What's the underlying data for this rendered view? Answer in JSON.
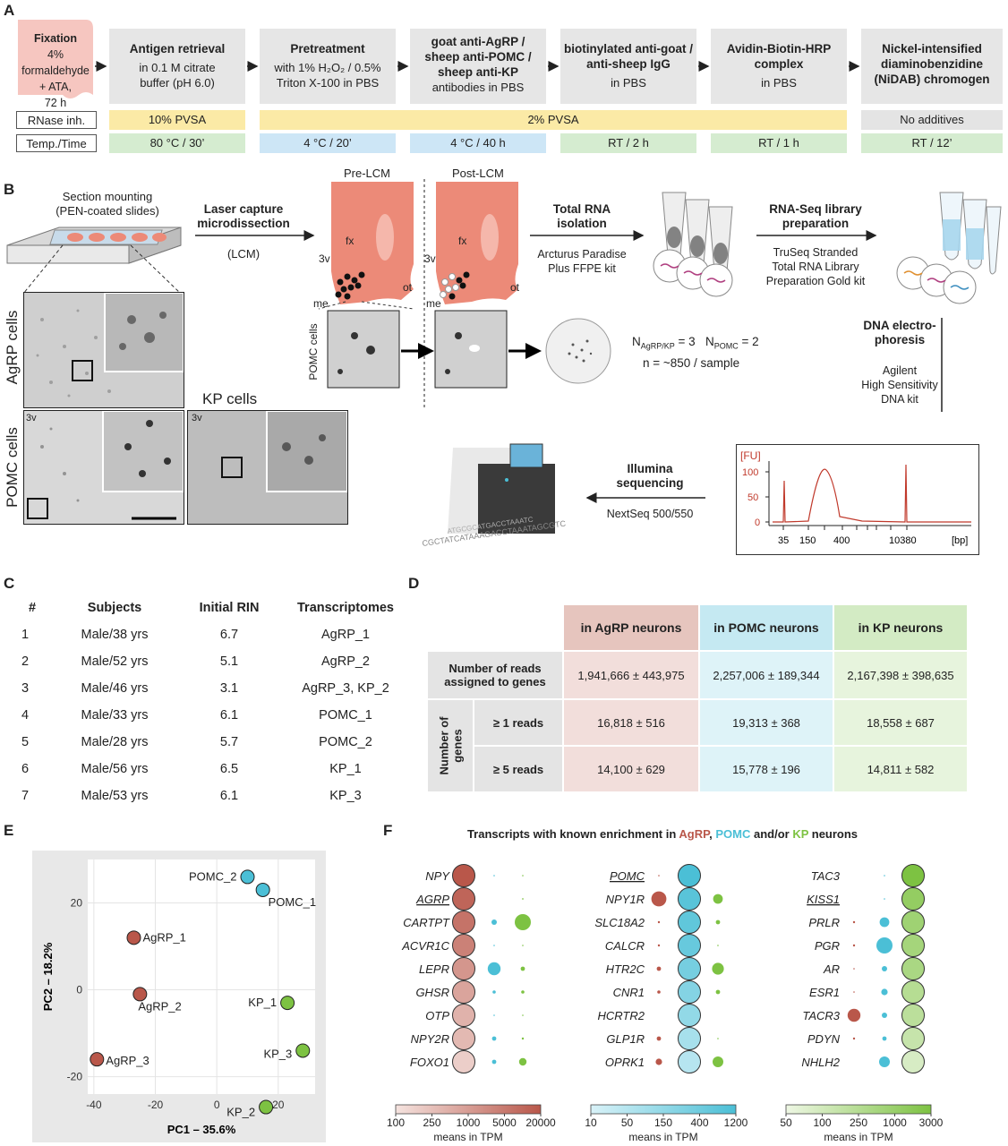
{
  "panel_labels": {
    "a": "A",
    "b": "B",
    "c": "C",
    "d": "D",
    "e": "E",
    "f": "F"
  },
  "panelA": {
    "fixation": {
      "title": "Fixation",
      "line1": "4% formaldehyde",
      "line2": "+ ATA,",
      "line3": "72 h"
    },
    "steps": [
      {
        "title": "Antigen retrieval",
        "l1": "in 0.1 M citrate",
        "l2": "buffer (pH 6.0)"
      },
      {
        "title": "Pretreatment",
        "l1": "with 1% H₂O₂ / 0.5%",
        "l2": "Triton X-100 in PBS"
      },
      {
        "title": "goat anti-AgRP /",
        "title2": "sheep anti-POMC /",
        "title3": "sheep anti-KP",
        "l1": "antibodies in PBS"
      },
      {
        "title": "biotinylated anti-goat /",
        "title2": "anti-sheep IgG",
        "l1": "in PBS"
      },
      {
        "title": "Avidin-Biotin-HRP",
        "title2": "complex",
        "l1": "in PBS"
      },
      {
        "title": "Nickel-intensified",
        "title2": "diaminobenzidine",
        "title3": "(NiDAB) chromogen"
      }
    ],
    "row_rnase": "RNase inh.",
    "row_temp": "Temp./Time",
    "rnase": [
      "10% PVSA",
      "2% PVSA",
      "No additives"
    ],
    "temps": [
      "80 °C / 30’",
      "4 °C / 20’",
      "4 °C / 40 h",
      "RT / 2 h",
      "RT / 1 h",
      "RT / 12’"
    ],
    "colors": {
      "fixation": "#f6c6c0",
      "step": "#e6e6e6",
      "yellow": "#fbeaa6",
      "green": "#d5ecd0",
      "blue": "#cde6f6"
    }
  },
  "panelB": {
    "mounting": "Section mounting",
    "mounting2": "(PEN-coated slides)",
    "lcm1": "Laser capture",
    "lcm2": "microdissection",
    "lcm3": "(LCM)",
    "pre": "Pre-LCM",
    "post": "Post-LCM",
    "fx": "fx",
    "v3": "3v",
    "ot": "ot",
    "me": "me",
    "agrp_cells": "AgRP cells",
    "pomc_cells": "POMC cells",
    "kp_cells": "KP cells",
    "pomc_cells_small": "POMC cells",
    "rna1": "Total RNA",
    "rna2": "isolation",
    "kit1": "Arcturus Paradise",
    "kit2": "Plus FFPE kit",
    "lib1": "RNA-Seq library",
    "lib2": "preparation",
    "libkit1": "TruSeq Stranded",
    "libkit2": "Total RNA Library",
    "libkit3": "Preparation Gold kit",
    "n_agrp_prefix": "N",
    "n_agrp_sub": "AgRP/KP",
    "n_agrp_val": "= 3",
    "n_pomc_prefix": "N",
    "n_pomc_sub": "POMC",
    "n_pomc_val": "= 2",
    "n_sample": "n = ~850 / sample",
    "dna1": "DNA electro-",
    "dna2": "phoresis",
    "dnakit1": "Agilent",
    "dnakit2": "High Sensitivity",
    "dnakit3": "DNA kit",
    "seq1": "Illumina",
    "seq2": "sequencing",
    "seqkit": "NextSeq 500/550",
    "seq_text1": "CGCTATCATAAAGACCTAAATAGCGTC",
    "seq_text2": "ATGCGCATGACCTAAATC",
    "bio": {
      "fu": "[FU]",
      "y100": "100",
      "y50": "50",
      "y0": "0",
      "x35": "35",
      "x150": "150",
      "x400": "400",
      "x10380": "10380",
      "bp": "[bp]"
    }
  },
  "panelC": {
    "headers": [
      "#",
      "Subjects",
      "Initial RIN",
      "Transcriptomes"
    ],
    "rows": [
      [
        "1",
        "Male/38 yrs",
        "6.7",
        "AgRP_1"
      ],
      [
        "2",
        "Male/52 yrs",
        "5.1",
        "AgRP_2"
      ],
      [
        "3",
        "Male/46 yrs",
        "3.1",
        "AgRP_3, KP_2"
      ],
      [
        "4",
        "Male/33 yrs",
        "6.1",
        "POMC_1"
      ],
      [
        "5",
        "Male/28 yrs",
        "5.7",
        "POMC_2"
      ],
      [
        "6",
        "Male/56 yrs",
        "6.5",
        "KP_1"
      ],
      [
        "7",
        "Male/53 yrs",
        "6.1",
        "KP_3"
      ]
    ]
  },
  "panelD": {
    "col_agrp": "in AgRP neurons",
    "col_pomc": "in POMC neurons",
    "col_kp": "in KP  neurons",
    "reads_label1": "Number of reads",
    "reads_label2": "assigned to genes",
    "genes_label1": "Number of",
    "genes_label2": "genes",
    "r1": "≥ 1 reads",
    "r5": "≥ 5 reads",
    "reads": [
      "1,941,666 ± 443,975",
      "2,257,006 ± 189,344",
      "2,167,398 ± 398,635"
    ],
    "ge1": [
      "16,818 ± 516",
      "19,313 ± 368",
      "18,558 ± 687"
    ],
    "ge5": [
      "14,100 ± 629",
      "15,778 ± 196",
      "14,811 ± 582"
    ],
    "colors": {
      "agrp_head": "#e6c5be",
      "agrp_cell": "#f2dedb",
      "pomc_head": "#c5e9f2",
      "pomc_cell": "#def3f8",
      "kp_head": "#d3ebc4",
      "kp_cell": "#e7f4dd",
      "grey": "#e4e4e4"
    }
  },
  "chart_data": {
    "type": "scatter",
    "xlabel": "PC1 – 35.6%",
    "ylabel": "PC2 – 18.2%",
    "xlim": [
      -42,
      32
    ],
    "ylim": [
      -24,
      30
    ],
    "xticks": [
      -40,
      -20,
      0,
      20
    ],
    "yticks": [
      -20,
      0,
      20
    ],
    "grid": true,
    "points": [
      {
        "label": "AgRP_1",
        "x": -27,
        "y": 12,
        "group": "AgRP"
      },
      {
        "label": "AgRP_2",
        "x": -25,
        "y": -1,
        "group": "AgRP"
      },
      {
        "label": "AgRP_3",
        "x": -39,
        "y": -16,
        "group": "AgRP"
      },
      {
        "label": "POMC_2",
        "x": 10,
        "y": 26,
        "group": "POMC"
      },
      {
        "label": "POMC_1",
        "x": 15,
        "y": 23,
        "group": "POMC"
      },
      {
        "label": "KP_1",
        "x": 23,
        "y": -3,
        "group": "KP"
      },
      {
        "label": "KP_3",
        "x": 28,
        "y": -14,
        "group": "KP"
      },
      {
        "label": "KP_2",
        "x": 16,
        "y": -27,
        "group": "KP"
      }
    ],
    "group_colors": {
      "AgRP": "#b9574a",
      "POMC": "#4bbfd6",
      "KP": "#7dc242"
    }
  },
  "panelF": {
    "title_pre": "Transcripts with known enrichment in ",
    "title_agrp": "AgRP",
    "title_sep": ", ",
    "title_pomc": "POMC",
    "title_and": " and/or ",
    "title_kp": "KP",
    "title_post": " neurons",
    "groups": [
      {
        "genes": [
          "NPY",
          "AGRP",
          "CARTPT",
          "ACVR1C",
          "LEPR",
          "GHSR",
          "OTP",
          "NPY2R",
          "FOXO1"
        ],
        "underline": [
          "AGRP"
        ],
        "scale": {
          "ticks": [
            "100",
            "250",
            "1000",
            "5000",
            "20000"
          ],
          "label": "means in TPM",
          "c0": "#f5e3df",
          "c1": "#b9574a"
        },
        "main": [
          1.0,
          0.9,
          0.8,
          0.7,
          0.55,
          0.45,
          0.35,
          0.3,
          0.15
        ],
        "pomc": [
          0.05,
          0,
          0.25,
          0.05,
          0.6,
          0.15,
          0.02,
          0.2,
          0.2
        ],
        "kp": [
          0.02,
          0.07,
          0.75,
          0.05,
          0.2,
          0.15,
          0.05,
          0.1,
          0.35
        ]
      },
      {
        "genes": [
          "POMC",
          "NPY1R",
          "SLC18A2",
          "CALCR",
          "HTR2C",
          "CNR1",
          "HCRTR2",
          "GLP1R",
          "OPRK1"
        ],
        "underline": [
          "POMC"
        ],
        "scale": {
          "ticks": [
            "10",
            "50",
            "150",
            "400",
            "1200"
          ],
          "label": "means in TPM",
          "c0": "#d9f2f8",
          "c1": "#4bbfd6"
        },
        "main": [
          1.0,
          0.9,
          0.85,
          0.8,
          0.7,
          0.6,
          0.5,
          0.35,
          0.25
        ],
        "agrp": [
          0.02,
          0.7,
          0.1,
          0.1,
          0.2,
          0.15,
          0,
          0.2,
          0.3
        ],
        "kp": [
          0,
          0.45,
          0.2,
          0.05,
          0.55,
          0.2,
          0,
          0.05,
          0.5
        ]
      },
      {
        "genes": [
          "TAC3",
          "KISS1",
          "PRLR",
          "PGR",
          "AR",
          "ESR1",
          "TACR3",
          "PDYN",
          "NHLH2"
        ],
        "underline": [
          "KISS1"
        ],
        "scale": {
          "ticks": [
            "50",
            "100",
            "250",
            "1000",
            "3000"
          ],
          "label": "means in TPM",
          "c0": "#eef7e4",
          "c1": "#7dc242"
        },
        "main": [
          1.0,
          0.8,
          0.7,
          0.65,
          0.6,
          0.5,
          0.45,
          0.35,
          0.2
        ],
        "agrp": [
          0,
          0,
          0.1,
          0.1,
          0.05,
          0.05,
          0.6,
          0.1,
          0
        ],
        "pomc": [
          0.05,
          0.03,
          0.45,
          0.75,
          0.25,
          0.3,
          0.25,
          0.2,
          0.5
        ]
      }
    ]
  }
}
